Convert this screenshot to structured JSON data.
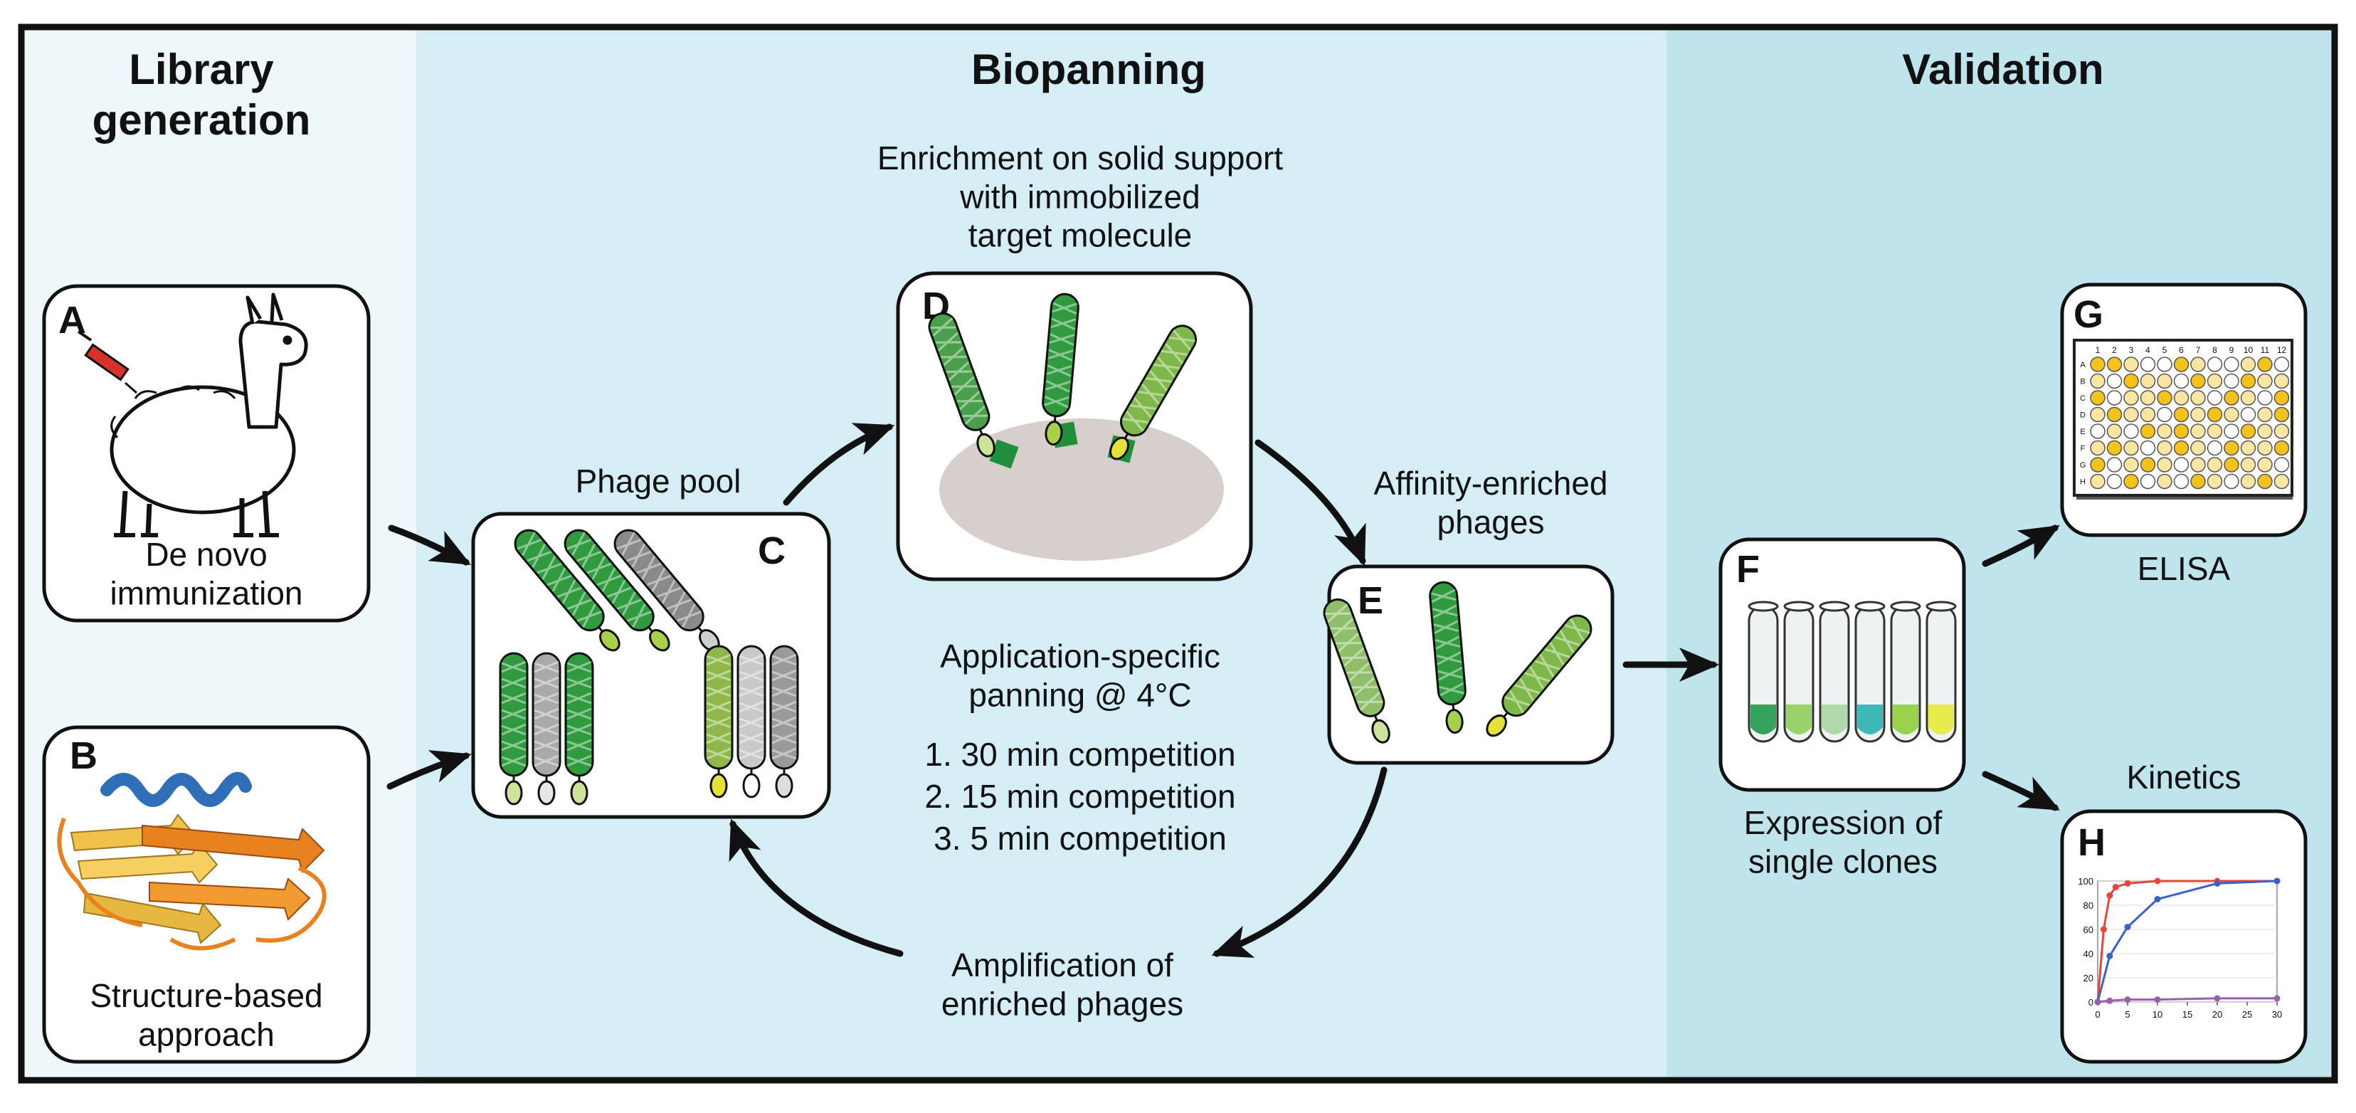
{
  "colors": {
    "section_library": "#eef7fa",
    "section_biopanning": "#d5eef6",
    "section_validation": "#bfe4ec",
    "phage_green": "#2f9b3e",
    "phage_gray": "#8a8a8a",
    "tip_green": "#a8d04a",
    "tip_yellow": "#e2e23a",
    "target_green": "#1f8f3b",
    "border": "#111111"
  },
  "sections": {
    "library": "Library\ngeneration",
    "biopanning": "Biopanning",
    "validation": "Validation"
  },
  "panels": {
    "A": {
      "letter": "A",
      "caption": "De novo\nimmunization",
      "icon": "llama-icon"
    },
    "B": {
      "letter": "B",
      "caption": "Structure-based\napproach",
      "icon": "protein-structure-icon"
    },
    "C": {
      "letter": "C",
      "above": "Phage pool"
    },
    "D": {
      "letter": "D",
      "above": "Enrichment on solid support\nwith immobilized\ntarget molecule"
    },
    "E": {
      "letter": "E",
      "above": "Affinity-enriched\nphages"
    },
    "F": {
      "letter": "F",
      "below": "Expression of\nsingle clones"
    },
    "G": {
      "letter": "G",
      "below": "ELISA"
    },
    "H": {
      "letter": "H",
      "above": "Kinetics"
    }
  },
  "panning": {
    "title": "Application-specific\npanning @ 4°C",
    "steps": [
      "1. 30 min competition",
      "2. 15 min competition",
      "3.  5 min competition"
    ]
  },
  "amplification": "Amplification of\nenriched phages",
  "elisa_plate": {
    "columns": [
      "1",
      "2",
      "3",
      "4",
      "5",
      "6",
      "7",
      "8",
      "9",
      "10",
      "11",
      "12"
    ],
    "rows": [
      "A",
      "B",
      "C",
      "D",
      "E",
      "F",
      "G",
      "H"
    ],
    "fill_pattern": [
      "yylwwylwwlyw",
      "lwyllwylwyll",
      "ywllyllwylwy",
      "lyllwylylwly",
      "wlwylyllwyll",
      "lylwlylwylly",
      "ywlylwllyllw",
      "lwywlwylwlyl"
    ]
  },
  "kinetics_chart": {
    "x_ticks": [
      "0",
      "5",
      "10",
      "15",
      "20",
      "25",
      "30"
    ],
    "y_ticks": [
      "0",
      "20",
      "40",
      "60",
      "80",
      "100"
    ],
    "xlim": [
      0,
      30
    ],
    "ylim": [
      0,
      100
    ],
    "series": [
      {
        "color": "#e8453c",
        "x": [
          0,
          1,
          2,
          3,
          5,
          10,
          20,
          30
        ],
        "y": [
          0,
          60,
          88,
          95,
          98,
          100,
          100,
          100
        ]
      },
      {
        "color": "#3a63c9",
        "x": [
          0,
          2,
          5,
          10,
          20,
          30
        ],
        "y": [
          0,
          38,
          62,
          85,
          98,
          100
        ]
      },
      {
        "color": "#9a5db0",
        "x": [
          0,
          2,
          5,
          10,
          20,
          30
        ],
        "y": [
          0,
          1,
          2,
          2,
          3,
          3
        ]
      }
    ]
  }
}
